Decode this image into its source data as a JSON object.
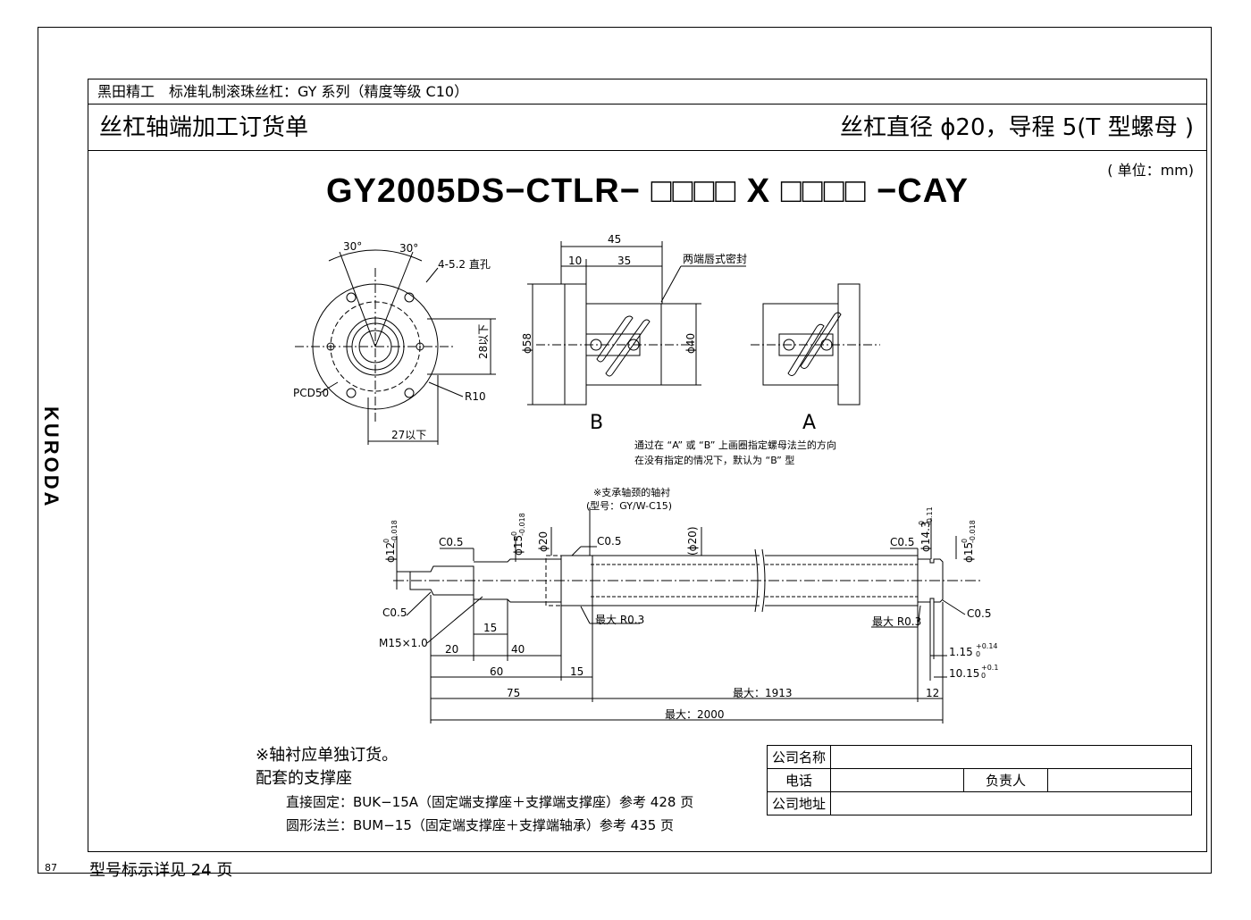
{
  "header": {
    "series_line": "黑田精工　标准轧制滚珠丝杠：GY 系列（精度等级 C10）",
    "title": "丝杠轴端加工订货单",
    "spec": "丝杠直径 ϕ20，导程 5(T 型螺母 )"
  },
  "unit_label": "( 单位：mm)",
  "model_code": "GY2005DS−CTLR− □□□□ X □□□□ −CAY",
  "brand": "KURODA",
  "page_number": "87",
  "flange_view": {
    "angle_left": "30°",
    "angle_right": "30°",
    "holes": "4-5.2 直孔",
    "pcd": "PCD50",
    "height": "28以下",
    "width": "27以下",
    "radius": "R10"
  },
  "nut_view_b": {
    "total_length": "45",
    "flange_thickness": "10",
    "body_length": "35",
    "seal_note": "两端唇式密封",
    "flange_dia": "ϕ58",
    "body_dia": "ϕ40",
    "label": "B"
  },
  "nut_view_a": {
    "label": "A"
  },
  "direction_note_1": "通过在 “A” 或 “B” 上画圈指定螺母法兰的方向",
  "direction_note_2": "在没有指定的情况下，默认为 “B” 型",
  "shaft": {
    "bearing_note_1": "※支承轴颈的轴衬",
    "bearing_note_2": "(型号：GY/W-C15)",
    "d12": "ϕ12",
    "d12_tol_upper": "0",
    "d12_tol_lower": "-0.018",
    "d15_left": "ϕ15",
    "d15_left_tol_upper": "0",
    "d15_left_tol_lower": "-0.018",
    "d20": "ϕ20",
    "d20_ref": "(ϕ20)",
    "d143": "ϕ14.3",
    "d143_tol_upper": "0",
    "d143_tol_lower": "-0.11",
    "d15_right": "ϕ15",
    "d15_right_tol_upper": "0",
    "d15_right_tol_lower": "-0.018",
    "chamfer": "C0.5",
    "max_r": "最大 R0.3",
    "thread": "M15×1.0",
    "dim_15_top": "15",
    "dim_20": "20",
    "dim_40": "40",
    "dim_60": "60",
    "dim_15_bottom": "15",
    "dim_75": "75",
    "dim_1913": "最大：1913",
    "dim_12": "12",
    "dim_2000": "最大：2000",
    "groove_width": "1.15",
    "groove_width_tol_upper": "+0.14",
    "groove_width_tol_lower": "0",
    "groove_pos": "10.15",
    "groove_pos_tol_upper": "+0.1",
    "groove_pos_tol_lower": "0"
  },
  "notes": {
    "bearing_order": "※轴衬应单独订货。",
    "support_title": "配套的支撑座",
    "direct_fix": "直接固定：BUK−15A（固定端支撑座＋支撑端支撑座）参考 428 页",
    "round_flange": "圆形法兰：BUM−15（固定端支撑座＋支撑端轴承）参考 435 页"
  },
  "form": {
    "company_name": "公司名称",
    "phone": "电话",
    "contact_person": "负责人",
    "company_address": "公司地址"
  },
  "footer": "型号标示详见 24 页"
}
